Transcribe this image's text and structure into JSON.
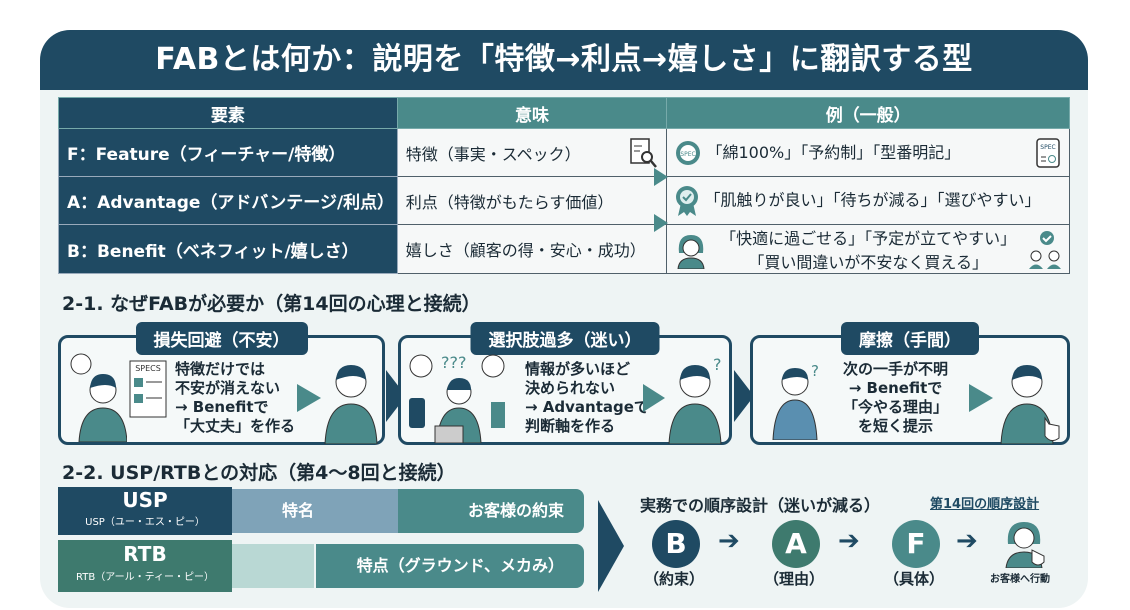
{
  "title": "FABとは何か：説明を「特徴→利点→嬉しさ」に翻訳する型",
  "table": {
    "headers": [
      "要素",
      "意味",
      "例（一般）"
    ],
    "rows": [
      {
        "element": "F：Feature（フィーチャー/特徴）",
        "meaning": "特徴（事実・スペック）",
        "example": "「綿100%」「予約制」「型番明記」"
      },
      {
        "element": "A：Advantage（アドバンテージ/利点）",
        "meaning": "利点（特徴がもたらす価値）",
        "example": "「肌触りが良い」「待ちが減る」「選びやすい」"
      },
      {
        "element": "B：Benefit（ベネフィット/嬉しさ）",
        "meaning": "嬉しさ（顧客の得・安心・成功）",
        "example": "「快適に過ごせる」「予定が立てやすい」",
        "example2": "「買い間違いが不安なく買える」"
      }
    ],
    "spec_label": "SPEC"
  },
  "section1": {
    "heading": "2-1. なぜFABが必要か（第14回の心理と接続）",
    "panels": [
      {
        "title": "損失回避（不安）",
        "lines": [
          "特徴だけでは",
          "不安が消えない",
          "→ Benefitで",
          "「大丈夫」を作る"
        ],
        "specs": "SPECS"
      },
      {
        "title": "選択肢過多（迷い）",
        "lines": [
          "情報が多いほど",
          "決められない",
          "→ Advantageで",
          "判断軸を作る"
        ]
      },
      {
        "title": "摩擦（手間）",
        "lines": [
          "次の一手が不明",
          "→ Benefitで",
          "「今やる理由」",
          "を短く提示"
        ]
      }
    ]
  },
  "section2": {
    "heading": "2-2. USP/RTBとの対応（第4〜8回と接続）",
    "usp": {
      "label": "USP",
      "sub": "USP（ユー・エス・ピー）",
      "bar1": "特名",
      "bar2": "お客様の約束"
    },
    "rtb": {
      "label": "RTB",
      "sub": "RTB（アール・ティー・ピー）",
      "bar2": "特点（グラウンド、メカみ）"
    },
    "flow_title": "実務での順序設計（迷いが減る）",
    "flow_link": "第14回の順序設計",
    "steps": [
      {
        "letter": "B",
        "label": "（約束）"
      },
      {
        "letter": "A",
        "label": "（理由）"
      },
      {
        "letter": "F",
        "label": "（具体）"
      }
    ],
    "final": "お客様へ行動"
  },
  "colors": {
    "navy": "#1f4a63",
    "teal": "#4a8a8a",
    "bg": "#eef4f4"
  }
}
